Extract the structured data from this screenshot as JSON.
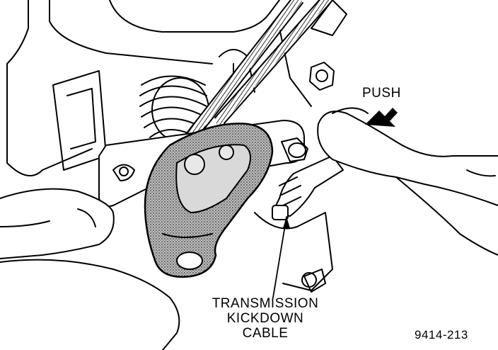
{
  "labels": {
    "push": "PUSH",
    "callout": [
      "TRANSMISSION",
      "KICKDOWN",
      "CABLE"
    ],
    "figure_number": "9414-213"
  }
}
